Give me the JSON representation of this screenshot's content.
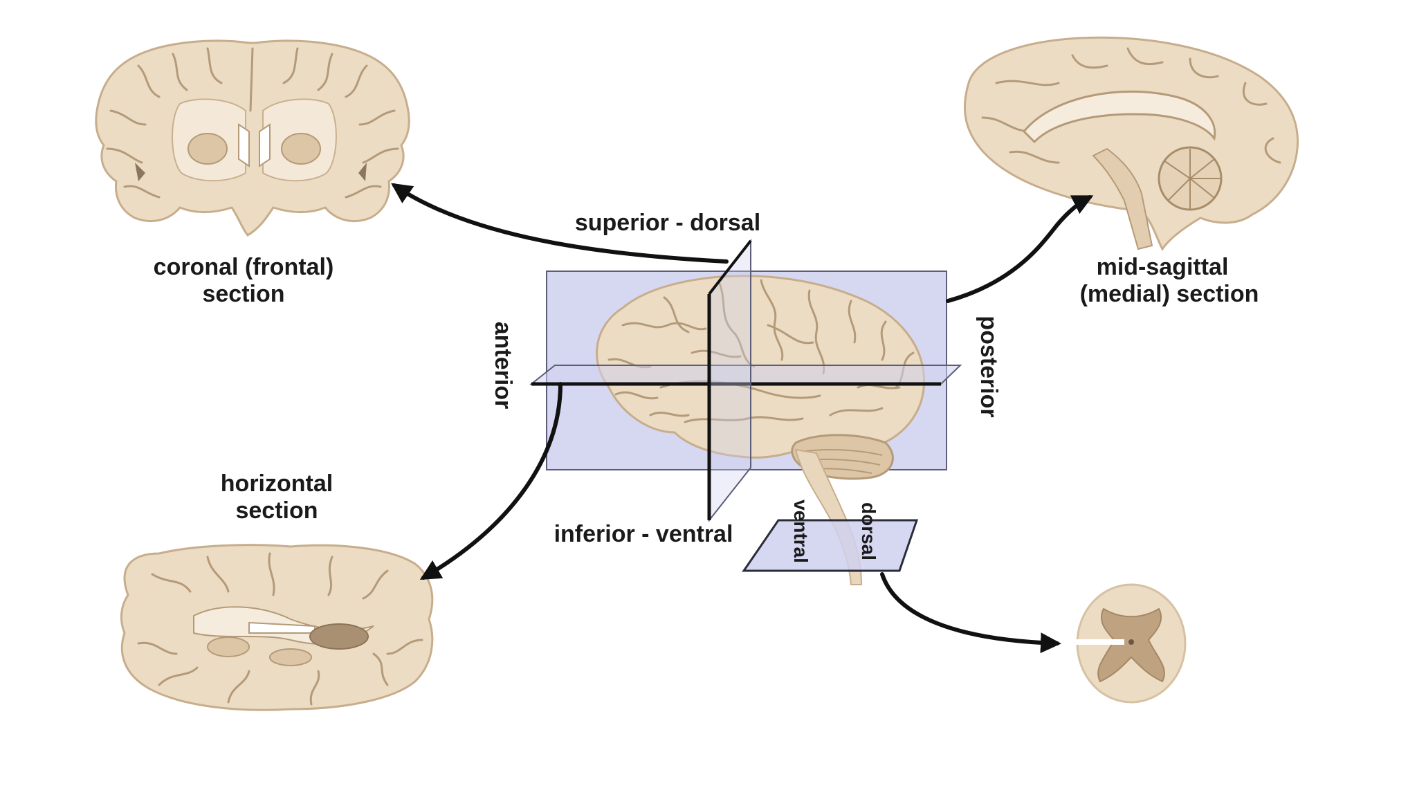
{
  "labels": {
    "superior": "superior - dorsal",
    "inferior": "inferior - ventral",
    "anterior": "anterior",
    "posterior": "posterior",
    "cord_ventral": "ventral",
    "cord_dorsal": "dorsal",
    "coronal_line1": "coronal (frontal)",
    "coronal_line2": "section",
    "sagittal_line1": "mid-sagittal",
    "sagittal_line2": "(medial) section",
    "horizontal_line1": "horizontal",
    "horizontal_line2": "section"
  },
  "colors": {
    "tissue": "#ecdcc3",
    "tissue_dark": "#cbb291",
    "tissue_line": "#b49a78",
    "gray_matter": "#bfa27f",
    "plane_fill": "#cfd1ee",
    "plane_stroke": "#5a5c78",
    "ink": "#111111"
  }
}
